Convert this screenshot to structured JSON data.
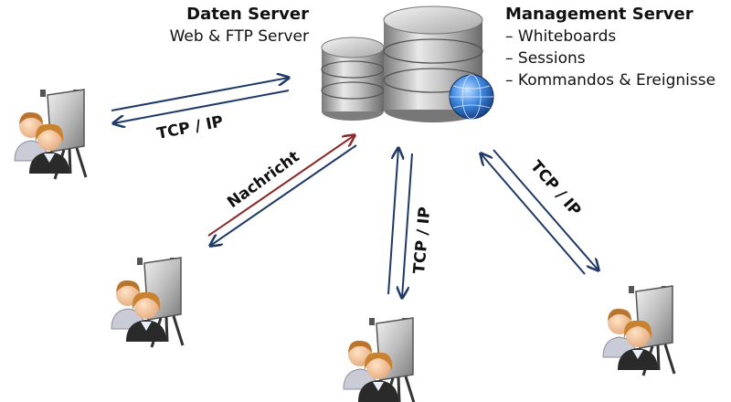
{
  "data_server": {
    "title": "Daten Server",
    "subtitle": "Web & FTP Server"
  },
  "management_server": {
    "title": "Management Server",
    "items": [
      "– Whiteboards",
      "– Sessions",
      "– Kommandos & Ereignisse"
    ]
  },
  "links": {
    "top_left_label": "TCP / IP",
    "message_label": "Nachricht",
    "center_label": "TCP / IP",
    "right_label": "TCP / IP"
  },
  "colors": {
    "arrow_blue": "#1f3a66",
    "arrow_red": "#8a2a2a",
    "server_gray": "#9a9a9a",
    "globe_blue": "#2e6fd1"
  }
}
